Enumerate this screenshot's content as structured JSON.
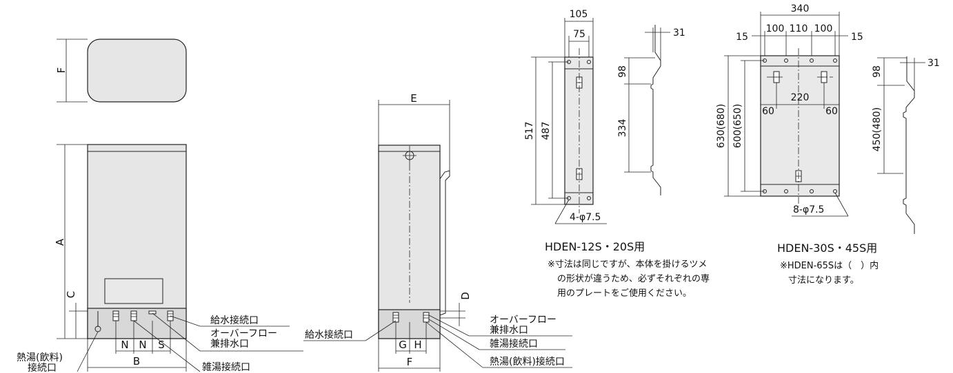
{
  "front_view": {
    "dim_A": "A",
    "dim_B": "B",
    "dim_C": "C",
    "dim_F_top": "F",
    "dim_N1": "N",
    "dim_N2": "N",
    "dim_S": "S",
    "label_water_inlet": "給水接続口",
    "label_overflow_line1": "オーバーフロー",
    "label_overflow_line2": "兼排水口",
    "label_misc_hot": "雑湯接続口",
    "label_hot_drink_line1": "熱湯(飲料)",
    "label_hot_drink_line2": "接続口"
  },
  "side_view": {
    "dim_E": "E",
    "dim_D": "D",
    "dim_F": "F",
    "dim_G": "G",
    "dim_H": "H",
    "label_water_inlet": "給水接続口",
    "label_overflow_line1": "オーバーフロー",
    "label_overflow_line2": "兼排水口",
    "label_misc_hot": "雑湯接続口",
    "label_hot_drink": "熱湯(飲料)接続口"
  },
  "plate_small": {
    "dim_105": "105",
    "dim_75": "75",
    "dim_517": "517",
    "dim_487": "487",
    "dim_98": "98",
    "dim_334": "334",
    "dim_31": "31",
    "holes": "4-φ7.5",
    "caption": "HDEN-12S・20S用",
    "note_line1": "※寸法は同じですが、本体を掛けるツメ",
    "note_line2": "の形状が違うため、必ずそれぞれの専",
    "note_line3": "用のプレートをご使用ください。"
  },
  "plate_large": {
    "dim_340": "340",
    "dim_15_left": "15",
    "dim_15_right": "15",
    "dim_100_left": "100",
    "dim_110": "110",
    "dim_100_right": "100",
    "dim_630": "630(680)",
    "dim_600": "600(650)",
    "dim_220": "220",
    "dim_60_left": "60",
    "dim_60_right": "60",
    "dim_98": "98",
    "dim_450": "450(480)",
    "dim_31": "31",
    "holes": "8-φ7.5",
    "caption": "HDEN-30S・45S用",
    "note_line1": "※HDEN-65Sは（　）内",
    "note_line2": "寸法になります。"
  }
}
